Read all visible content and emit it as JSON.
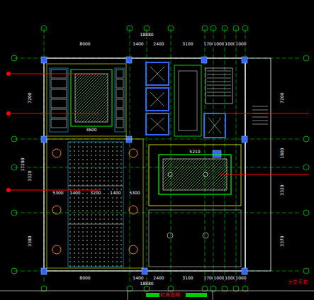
{
  "diagram": {
    "labels": [
      "18880",
      "8000",
      "1400",
      "2400",
      "3100",
      "1700",
      "1000",
      "1000",
      "1000",
      "8000",
      "1400",
      "2400",
      "3100",
      "1700",
      "1000",
      "1000",
      "1000",
      "18880",
      "7200",
      "17280",
      "3320",
      "3380",
      "7200",
      "1800",
      "3320",
      "3370",
      "3600",
      "5300",
      "1400",
      "3200",
      "1400",
      "5300",
      "5210",
      "大堂天花",
      "灯具说明"
    ]
  }
}
